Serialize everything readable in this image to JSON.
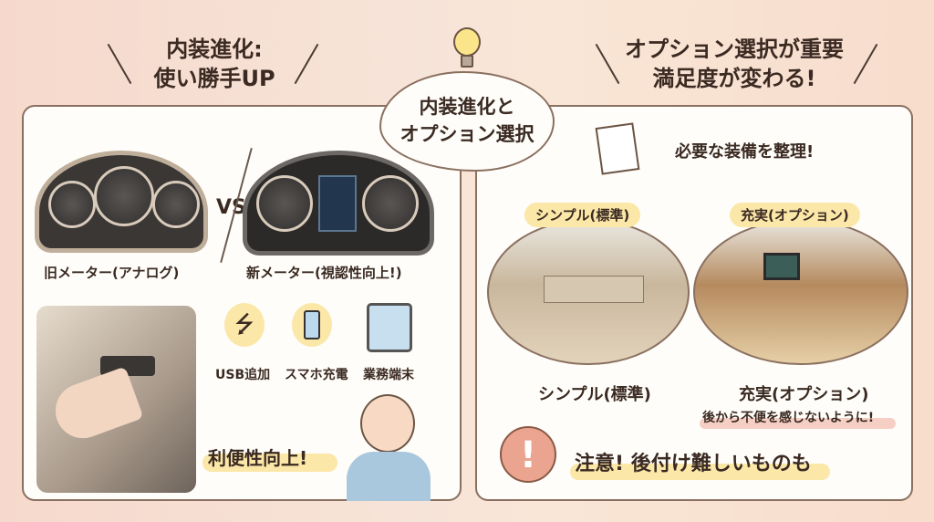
{
  "center_cloud": {
    "title_line1": "内装進化と",
    "title_line2": "オプション選択",
    "icon": "lightbulb-icon"
  },
  "left": {
    "header_line1": "内装進化:",
    "header_line2": "使い勝手UP",
    "vs": "VS",
    "old_meter_label": "旧メーター(アナログ)",
    "new_meter_label": "新メーター(視認性向上!)",
    "features": [
      {
        "icon": "usb-icon",
        "label": "USB追加"
      },
      {
        "icon": "smartphone-icon",
        "label": "スマホ充電"
      },
      {
        "icon": "tablet-icon",
        "label": "業務端末"
      }
    ],
    "benefit": "利便性向上!"
  },
  "right": {
    "header_line1": "オプション選択が重要",
    "header_line2": "満足度が変わる!",
    "checklist_text": "必要な装備を整理!",
    "simple_tag": "シンプル(標準)",
    "rich_tag": "充実(オプション)",
    "simple_label": "シンプル(標準)",
    "rich_label": "充実(オプション)",
    "advice": "後から不便を感じないように!",
    "warning": "注意! 後付け難しいものも"
  },
  "colors": {
    "highlight_yellow": "#fbe7a8",
    "highlight_pink": "#f6cfc4",
    "warning_circle": "#eaa48f"
  }
}
